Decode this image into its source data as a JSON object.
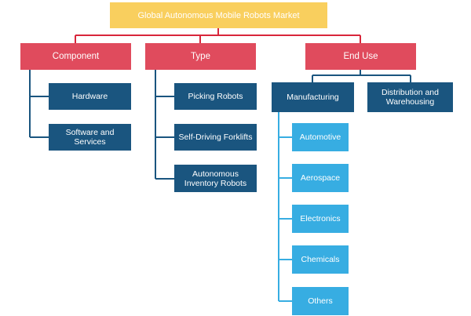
{
  "colors": {
    "root": "#f9cf5e",
    "category": "#e04b5d",
    "item": "#1a557f",
    "sub_item": "#37ade2",
    "connector_red": "#d8263b",
    "connector_blue": "#1a557f",
    "connector_light": "#37ade2"
  },
  "root": {
    "label": "Global Autonomous Mobile Robots Market"
  },
  "categories": {
    "component": {
      "label": "Component",
      "items": [
        "Hardware",
        "Software and Services"
      ]
    },
    "type": {
      "label": "Type",
      "items": [
        "Picking Robots",
        "Self-Driving Forklifts",
        "Autonomous Inventory Robots"
      ]
    },
    "end_use": {
      "label": "End Use",
      "items": {
        "manufacturing": {
          "label": "Manufacturing",
          "sub_items": [
            "Automotive",
            "Aerospace",
            "Electronics",
            "Chemicals",
            "Others"
          ]
        },
        "distribution": {
          "label": "Distribution and Warehousing"
        }
      }
    }
  }
}
